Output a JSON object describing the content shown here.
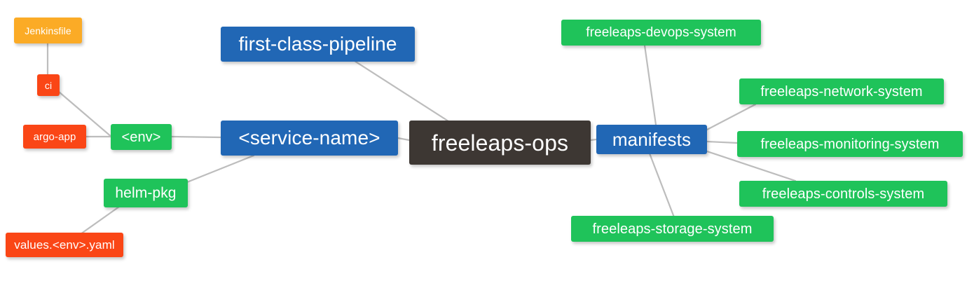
{
  "diagram": {
    "type": "mindmap",
    "title": "freeleaps-ops",
    "background": "#ffffff",
    "edge_color": "#bdbdbd",
    "palette": {
      "root": "#3d3733",
      "blue": "#2167b5",
      "green": "#1fc35a",
      "red": "#fa4616",
      "orange": "#fbab26",
      "text": "#ffffff"
    }
  },
  "nodes": {
    "root": {
      "label": "freeleaps-ops"
    },
    "first_class_pipeline": {
      "label": "first-class-pipeline"
    },
    "service_name": {
      "label": "<service-name>"
    },
    "env": {
      "label": "<env>"
    },
    "ci": {
      "label": "ci"
    },
    "jenkinsfile": {
      "label": "Jenkinsfile"
    },
    "argo_app": {
      "label": "argo-app"
    },
    "helm_pkg": {
      "label": "helm-pkg"
    },
    "values_yaml": {
      "label": "values.<env>.yaml"
    },
    "manifests": {
      "label": "manifests"
    },
    "devops_system": {
      "label": "freeleaps-devops-system"
    },
    "network_system": {
      "label": "freeleaps-network-system"
    },
    "monitoring_system": {
      "label": "freeleaps-monitoring-system"
    },
    "controls_system": {
      "label": "freeleaps-controls-system"
    },
    "storage_system": {
      "label": "freeleaps-storage-system"
    }
  },
  "edges": [
    {
      "from": "root",
      "to": "first_class_pipeline"
    },
    {
      "from": "root",
      "to": "service_name"
    },
    {
      "from": "root",
      "to": "manifests"
    },
    {
      "from": "service_name",
      "to": "env"
    },
    {
      "from": "service_name",
      "to": "helm_pkg"
    },
    {
      "from": "env",
      "to": "ci"
    },
    {
      "from": "env",
      "to": "argo_app"
    },
    {
      "from": "ci",
      "to": "jenkinsfile"
    },
    {
      "from": "helm_pkg",
      "to": "values_yaml"
    },
    {
      "from": "manifests",
      "to": "devops_system"
    },
    {
      "from": "manifests",
      "to": "network_system"
    },
    {
      "from": "manifests",
      "to": "monitoring_system"
    },
    {
      "from": "manifests",
      "to": "controls_system"
    },
    {
      "from": "manifests",
      "to": "storage_system"
    }
  ]
}
